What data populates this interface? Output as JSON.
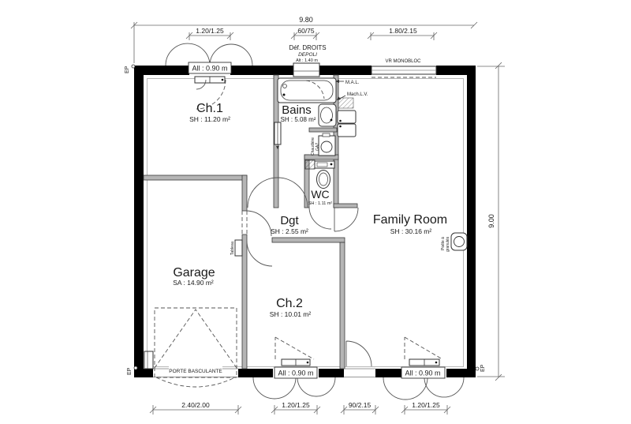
{
  "dimensions": {
    "width_total": "9.80",
    "height_total": "9.00",
    "top": [
      "1.20/1.25",
      "60/75",
      "1.80/2.15"
    ],
    "bottom": [
      "2.40/2.00",
      "1.20/1.25",
      "90/2.15",
      "1.20/1.25"
    ]
  },
  "rooms": {
    "ch1": {
      "name": "Ch.1",
      "area": "SH : 11.20 m²"
    },
    "bains": {
      "name": "Bains",
      "area": "SH : 5.08 m²"
    },
    "wc": {
      "name": "WC",
      "area": "SH : 1.11 m²"
    },
    "dgt": {
      "name": "Dgt",
      "area": "SH : 2.55 m²"
    },
    "family": {
      "name": "Family Room",
      "area": "SH : 30.16 m²"
    },
    "garage": {
      "name": "Garage",
      "area": "SA : 14.90 m²"
    },
    "ch2": {
      "name": "Ch.2",
      "area": "SH : 10.01 m²"
    }
  },
  "labels": {
    "window_sill": "All : 0.90 m",
    "def_droits": "Déf. DROITS",
    "depoli": "DEPOLI",
    "alt": "Alt : 1.40 m",
    "vr_monobloc": "VR MONOBLOC",
    "mal": "M.A.L.",
    "mach_lv": "Mach.L.V.",
    "chaudiere": "Chaudière",
    "gaz": "GAZ",
    "tableau": "Tableau",
    "poele_line1": "Poêle à",
    "poele_line2": "granulés",
    "porte_basculante": "PORTE BASCULANTE",
    "ep": "EP"
  }
}
